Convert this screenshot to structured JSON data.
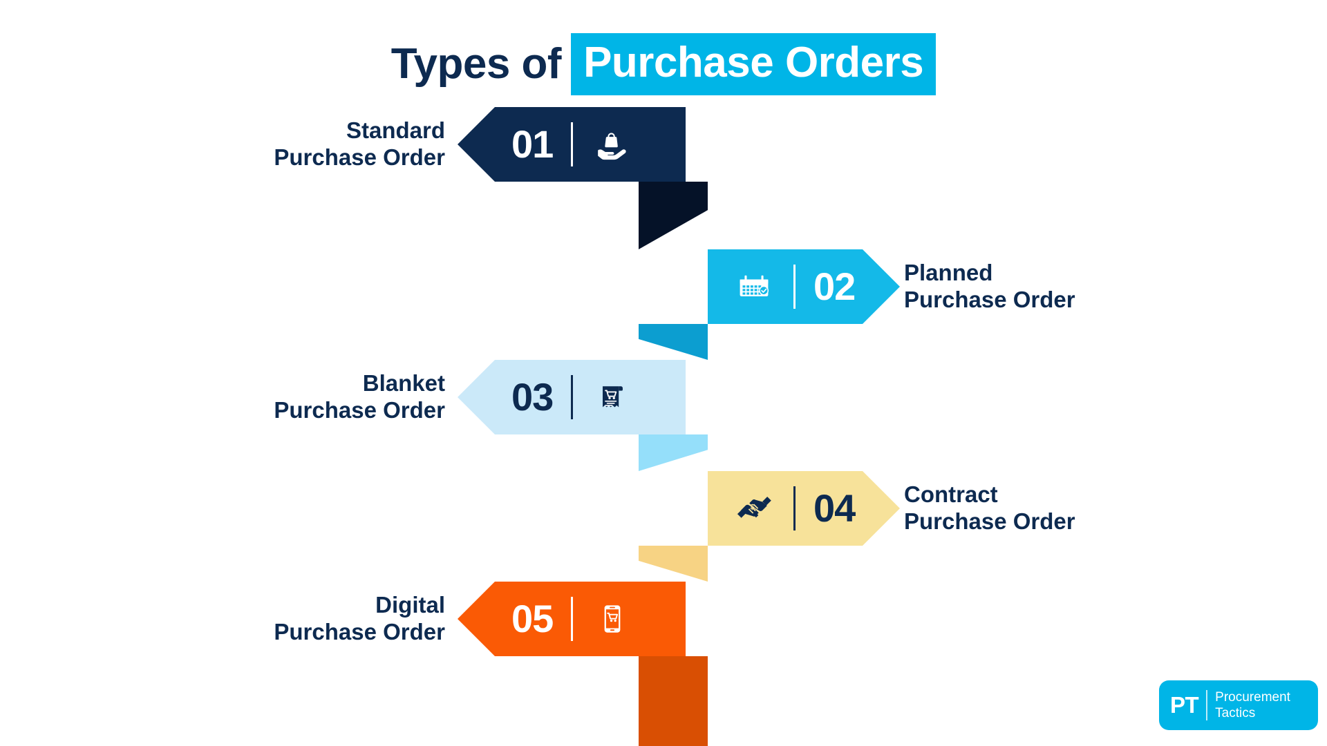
{
  "title": {
    "plain": "Types of",
    "highlight": "Purchase Orders",
    "plain_color": "#0d2a50",
    "highlight_bg": "#00b5e7",
    "highlight_color": "#ffffff"
  },
  "steps": [
    {
      "number": "01",
      "label_line1": "Standard",
      "label_line2": "Purchase Order",
      "icon": "shopping-bag-on-hand-icon",
      "side": "left",
      "banner_color": "#0d2a50",
      "tail_color": "#051228",
      "number_color": "#ffffff",
      "icon_color": "#ffffff",
      "label_color": "#0d2a50"
    },
    {
      "number": "02",
      "label_line1": "Planned",
      "label_line2": "Purchase Order",
      "icon": "calendar-check-icon",
      "side": "right",
      "banner_color": "#14b9e8",
      "tail_color": "#0c9ed0",
      "number_color": "#ffffff",
      "icon_color": "#ffffff",
      "label_color": "#0d2a50"
    },
    {
      "number": "03",
      "label_line1": "Blanket",
      "label_line2": "Purchase Order",
      "icon": "receipt-cart-icon",
      "side": "left",
      "banner_color": "#cbe9f9",
      "tail_color": "#95dffa",
      "number_color": "#0d2a50",
      "icon_color": "#0d2a50",
      "label_color": "#0d2a50"
    },
    {
      "number": "04",
      "label_line1": "Contract",
      "label_line2": "Purchase Order",
      "icon": "handshake-icon",
      "side": "right",
      "banner_color": "#f7e29a",
      "tail_color": "#f7d384",
      "number_color": "#0d2a50",
      "icon_color": "#0d2a50",
      "label_color": "#0d2a50"
    },
    {
      "number": "05",
      "label_line1": "Digital",
      "label_line2": "Purchase Order",
      "icon": "mobile-cart-icon",
      "side": "left",
      "banner_color": "#fa5a05",
      "tail_color": "#d94f03",
      "number_color": "#ffffff",
      "icon_color": "#ffffff",
      "label_color": "#0d2a50"
    }
  ],
  "logo": {
    "mark": "PT",
    "line1": "Procurement",
    "line2": "Tactics",
    "bg_color": "#00b5e7"
  }
}
